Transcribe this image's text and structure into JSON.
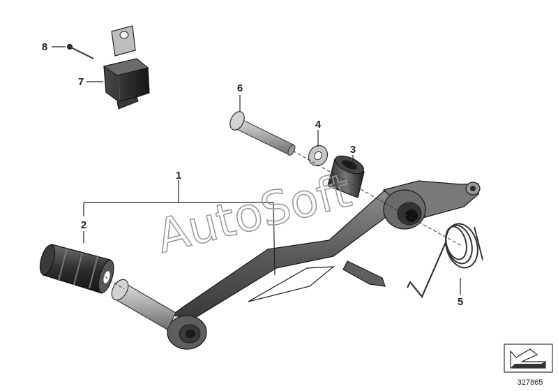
{
  "diagram": {
    "callouts": [
      {
        "id": "1",
        "label": "1"
      },
      {
        "id": "2",
        "label": "2"
      },
      {
        "id": "3",
        "label": "3"
      },
      {
        "id": "4",
        "label": "4"
      },
      {
        "id": "5",
        "label": "5"
      },
      {
        "id": "6",
        "label": "6"
      },
      {
        "id": "7",
        "label": "7"
      },
      {
        "id": "8",
        "label": "8"
      }
    ],
    "document_number": "327865",
    "watermark": "AutoSoft",
    "colors": {
      "part_dark": "#3a3a3a",
      "part_mid": "#7a7a7a",
      "part_light": "#b5b5b5",
      "line": "#1a1a1a",
      "watermark": "#9a9a9a"
    }
  }
}
